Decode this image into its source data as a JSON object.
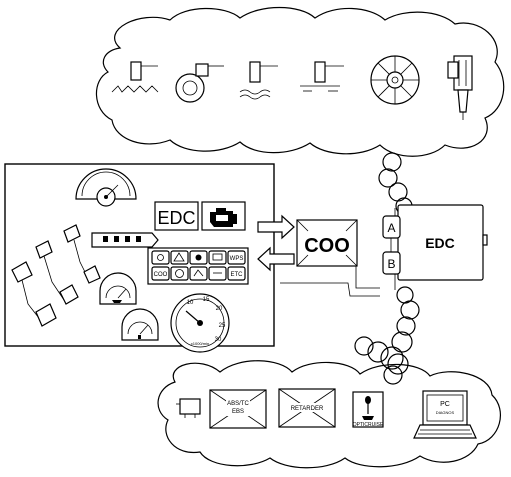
{
  "dashboard": {
    "edc_label": "EDC",
    "speedo_numbers": [
      "10",
      "15",
      "20",
      "25",
      "30"
    ],
    "speedo_small": "x1000/min",
    "warning_lamps": [
      "",
      "",
      "",
      "",
      "WPS",
      "COO",
      "",
      "",
      "",
      "ETC"
    ]
  },
  "coo_box": {
    "label": "COO"
  },
  "edc_unit": {
    "label": "EDC",
    "port_a": "A",
    "port_b": "B"
  },
  "bottom_cloud": {
    "abs_label_1": "ABS/TC",
    "abs_label_2": "EBS",
    "retarder_label": "RETARDER",
    "opticruise_label": "OPTICRUISE",
    "pc_label": "PC",
    "pc_sub": "DIAGNOS"
  },
  "top_cloud": {
    "sensors": [
      "speed-sensor-icon",
      "turbo-sensor-icon",
      "temp-sensor-icon",
      "coolant-sensor-icon",
      "fan-icon",
      "injector-icon"
    ]
  }
}
